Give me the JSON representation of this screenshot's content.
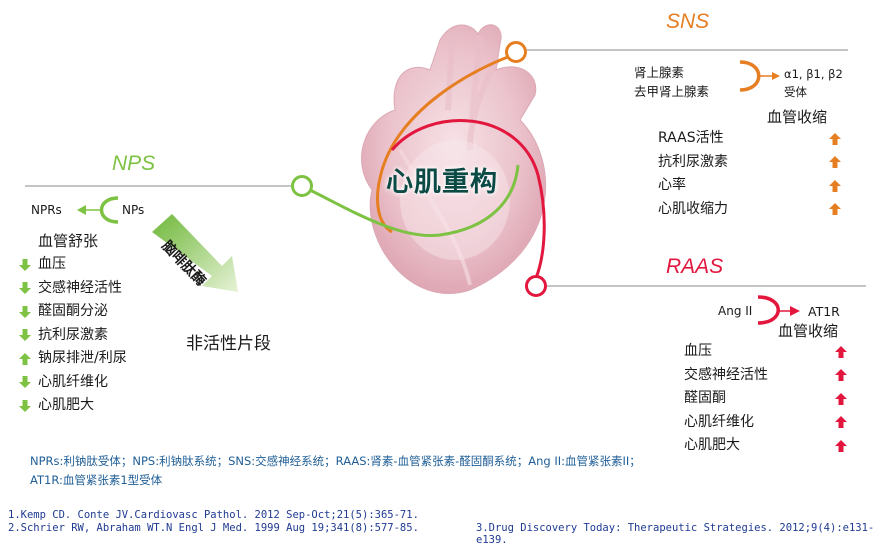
{
  "center": {
    "title": "心肌重构"
  },
  "sns": {
    "heading": "SNS",
    "ligands": [
      "肾上腺素",
      "去甲肾上腺素"
    ],
    "receptor_prefix": "α",
    "receptor_text": "α1, β1, β2",
    "receptor_line2": "受体",
    "result": "血管收缩",
    "effects": [
      {
        "label": "RAAS活性",
        "direction": "up"
      },
      {
        "label": "抗利尿激素",
        "direction": "up"
      },
      {
        "label": "心率",
        "direction": "up"
      },
      {
        "label": "心肌收缩力",
        "direction": "up"
      }
    ],
    "color": "#e67e22"
  },
  "nps": {
    "heading": "NPS",
    "receptor": "NPRs",
    "ligand": "NPs",
    "enzyme": "脑啡肽酶",
    "product": "非活性片段",
    "result": "血管舒张",
    "effects": [
      {
        "label": "血压",
        "direction": "down"
      },
      {
        "label": "交感神经活性",
        "direction": "down"
      },
      {
        "label": "醛固酮分泌",
        "direction": "down"
      },
      {
        "label": "抗利尿激素",
        "direction": "down"
      },
      {
        "label": "钠尿排泄/利尿",
        "direction": "up"
      },
      {
        "label": "心肌纤维化",
        "direction": "down"
      },
      {
        "label": "心肌肥大",
        "direction": "down"
      }
    ],
    "color": "#7dc242"
  },
  "raas": {
    "heading": "RAAS",
    "ligand": "Ang II",
    "receptor": "AT1R",
    "result": "血管收缩",
    "effects": [
      {
        "label": "血压",
        "direction": "up"
      },
      {
        "label": "交感神经活性",
        "direction": "up"
      },
      {
        "label": "醛固酮",
        "direction": "up"
      },
      {
        "label": "心肌纤维化",
        "direction": "up"
      },
      {
        "label": "心肌肥大",
        "direction": "up"
      }
    ],
    "color": "#e3173e"
  },
  "footnote": "NPRs:利钠肽受体；NPS:利钠肽系统；SNS:交感神经系统；RAAS:肾素-血管紧张素-醛固酮系统；Ang II:血管紧张素II；AT1R:血管紧张素1型受体",
  "references": [
    "1.Kemp CD. Conte JV.Cardiovasc Pathol. 2012 Sep-Oct;21(5):365-71.",
    "2.Schrier RW, Abraham WT.N Engl J Med. 1999 Aug 19;341(8):577-85.",
    "3.Drug Discovery Today: Therapeutic Strategies. 2012;9(4):e131-e139."
  ]
}
